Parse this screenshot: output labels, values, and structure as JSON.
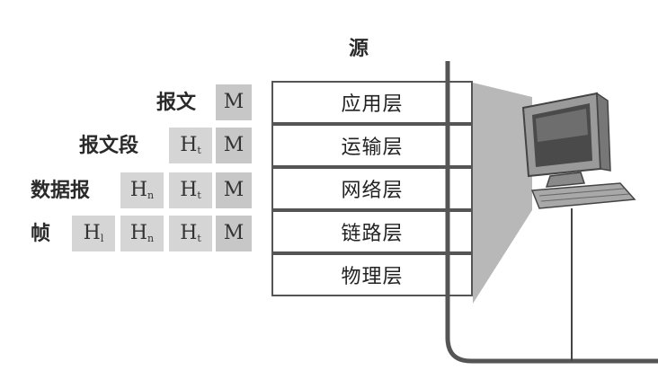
{
  "title": "源",
  "packets": [
    {
      "label": "报文",
      "headers": []
    },
    {
      "label": "报文段",
      "headers": [
        {
          "h": "H",
          "sub": "t"
        }
      ]
    },
    {
      "label": "数据报",
      "headers": [
        {
          "h": "H",
          "sub": "n"
        },
        {
          "h": "H",
          "sub": "t"
        }
      ]
    },
    {
      "label": "帧",
      "headers": [
        {
          "h": "H",
          "sub": "l"
        },
        {
          "h": "H",
          "sub": "n"
        },
        {
          "h": "H",
          "sub": "t"
        }
      ]
    }
  ],
  "message": "M",
  "layers": [
    "应用层",
    "运输层",
    "网络层",
    "链路层",
    "物理层"
  ],
  "colors": {
    "cell_m": "#c7c7c7",
    "cell_h": "#d5d5d5",
    "line": "#555555",
    "wedge": "#b5b5b5"
  },
  "icons": [
    "computer-icon"
  ]
}
